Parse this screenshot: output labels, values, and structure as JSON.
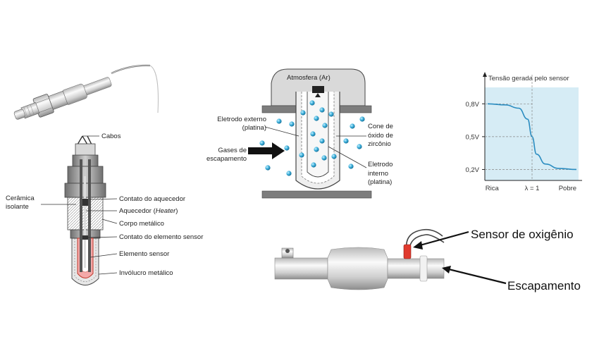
{
  "sensor_section": {
    "labels": {
      "cables": "Cabos",
      "ceramic": "Cerâmica isolante",
      "heater_contact": "Contato do aquecedor",
      "heater_prefix": "Aquecedor (",
      "heater_italic": "Heater",
      "heater_suffix": ")",
      "metal_body": "Corpo metálico",
      "sensor_contact": "Contato do elemento sensor",
      "sensor_element": "Elemento sensor",
      "metal_housing": "Invólucro metálico"
    }
  },
  "principle_section": {
    "labels": {
      "atmosphere": "Atmosfera (Ar)",
      "outer_electrode": "Eletrodo externo (platina)",
      "exhaust_gases": "Gases de escapamento",
      "zirconia_cone": "Cone de óxido de zircônio",
      "inner_electrode": "Eletrodo interno (platina)"
    }
  },
  "installation_section": {
    "labels": {
      "oxygen_sensor": "Sensor de oxigênio",
      "exhaust": "Escapamento"
    }
  },
  "chart_data": {
    "type": "line",
    "title": "Tensão gerada pelo sensor",
    "xlabel": "",
    "ylabel": "",
    "x_categories": [
      "Rica",
      "λ = 1",
      "Pobre"
    ],
    "y_ticks": [
      "0,8V",
      "0,5V",
      "0,2V"
    ],
    "ylim": [
      0.1,
      0.95
    ],
    "grid": "dashed reference lines at 0,8V, 0,5V, 0,2V and at λ = 1",
    "series": [
      {
        "x": [
          0.9,
          0.94,
          0.97,
          0.99,
          1.0,
          1.01,
          1.03,
          1.06,
          1.1
        ],
        "values": [
          0.8,
          0.79,
          0.76,
          0.66,
          0.5,
          0.34,
          0.25,
          0.21,
          0.2
        ]
      }
    ],
    "colors": {
      "background": "#d6ecf5",
      "line": "#2a8cc0",
      "grid": "#888888"
    }
  }
}
